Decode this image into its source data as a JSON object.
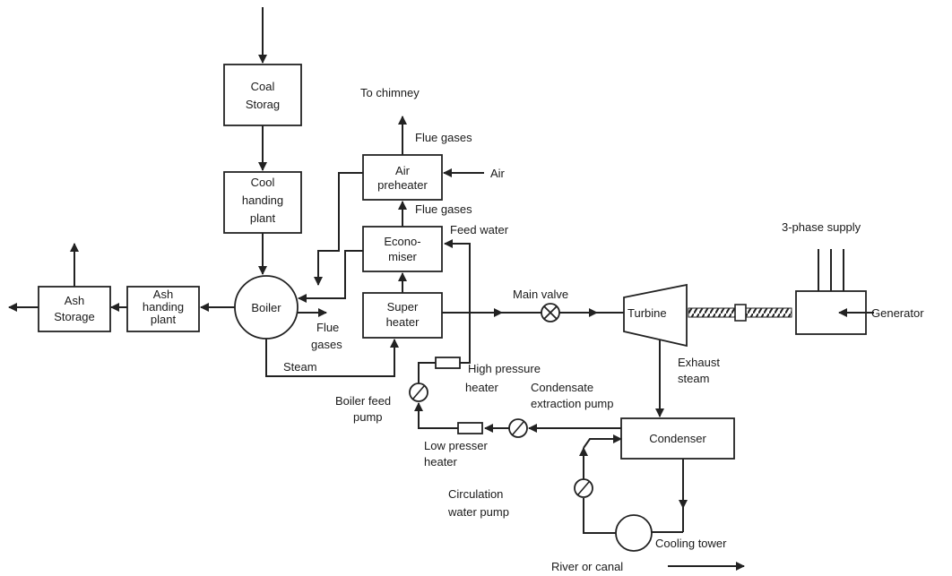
{
  "components": {
    "coal_storage": [
      "Coal",
      "Storag"
    ],
    "coal_handling": [
      "Cool",
      "handing",
      "plant"
    ],
    "boiler": "Boiler",
    "ash_handling": [
      "Ash",
      "handing",
      "plant"
    ],
    "ash_storage": [
      "Ash",
      "Storage"
    ],
    "air_preheater": [
      "Air",
      "preheater"
    ],
    "economiser": [
      "Econo-",
      "miser"
    ],
    "super_heater": [
      "Super",
      "heater"
    ],
    "turbine": "Turbine",
    "condenser": "Condenser"
  },
  "labels": {
    "to_chimney": "To chimney",
    "flue_gases_top": "Flue gases",
    "air": "Air",
    "flue_gases_mid": "Flue gases",
    "feed_water": "Feed water",
    "three_phase": "3-phase supply",
    "generator": "Generator",
    "main_valve": "Main valve",
    "flue_gases_low": [
      "Flue",
      "gases"
    ],
    "steam": "Steam",
    "hp_heater": [
      "High pressure",
      "heater"
    ],
    "boiler_feed_pump": [
      "Boiler feed",
      "pump"
    ],
    "exhaust_steam": [
      "Exhaust",
      "steam"
    ],
    "condensate_pump": [
      "Condensate",
      "extraction pump"
    ],
    "lp_heater": [
      "Low presser",
      "heater"
    ],
    "circulation_pump": [
      "Circulation",
      "water pump"
    ],
    "cooling_tower": "Cooling tower",
    "river": "River or canal"
  },
  "colors": {
    "line": "#222222",
    "background": "#ffffff"
  }
}
